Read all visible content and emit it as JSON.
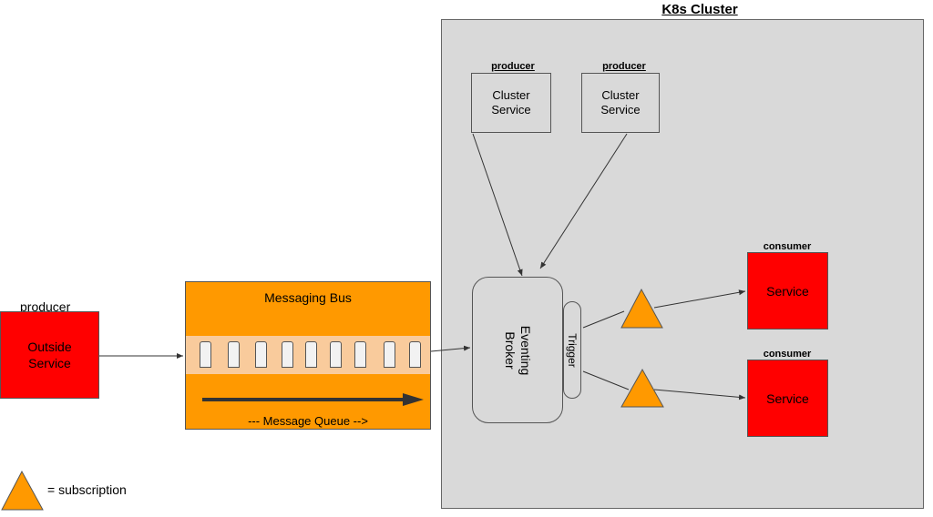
{
  "cluster": {
    "title": "K8s Cluster"
  },
  "producers": [
    {
      "tag": "producer",
      "line1": "Cluster",
      "line2": "Service"
    },
    {
      "tag": "producer",
      "line1": "Cluster",
      "line2": "Service"
    }
  ],
  "outside": {
    "tag": "producer",
    "line1": "Outside",
    "line2": "Service"
  },
  "bus": {
    "title": "Messaging Bus",
    "queue_label": "--- Message Queue -->"
  },
  "broker": {
    "line1": "Eventing",
    "line2": "Broker",
    "trigger": "Trigger"
  },
  "consumers": [
    {
      "tag": "consumer",
      "label": "Service"
    },
    {
      "tag": "consumer",
      "label": "Service"
    }
  ],
  "legend": {
    "text": "= subscription"
  },
  "colors": {
    "service_red": "#ff0000",
    "bus_orange": "#ff9900",
    "queue_light": "#f9cb9c",
    "cluster_grey": "#d9d9d9"
  }
}
